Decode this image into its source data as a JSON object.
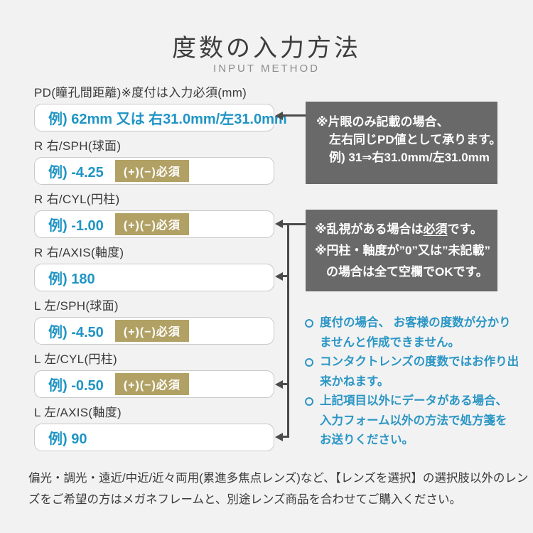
{
  "header": {
    "title": "度数の入力方法",
    "subtitle": "INPUT METHOD"
  },
  "form": {
    "rows": [
      {
        "label": "PD(瞳孔間距離)※度付は入力必須(mm)",
        "value": "例) 62mm 又は 右31.0mm/左31.0mm",
        "badge": ""
      },
      {
        "label": "R 右/SPH(球面)",
        "value": "例) -4.25",
        "badge": "(+)(−)必須"
      },
      {
        "label": "R 右/CYL(円柱)",
        "value": "例) -1.00",
        "badge": "(+)(−)必須"
      },
      {
        "label": "R 右/AXIS(軸度)",
        "value": "例) 180",
        "badge": ""
      },
      {
        "label": "L 左/SPH(球面)",
        "value": "例) -4.50",
        "badge": "(+)(−)必須"
      },
      {
        "label": "L 左/CYL(円柱)",
        "value": "例) -0.50",
        "badge": "(+)(−)必須"
      },
      {
        "label": "L 左/AXIS(軸度)",
        "value": "例) 90",
        "badge": ""
      }
    ]
  },
  "pd_note": {
    "lines": [
      "※片眼のみ記載の場合、",
      "左右同じPD値として承ります。",
      "例) 31⇒右31.0mm/左31.0mm"
    ]
  },
  "cyl_note": {
    "line1_prefix": "※乱視がある場合は",
    "line1_underlined": "必須",
    "line1_suffix": "です。",
    "line2": "※円柱・軸度が”0”又は”未記載”",
    "line3": "の場合は全て空欄でOKです。"
  },
  "bullets": [
    {
      "lines": [
        "度付の場合、 お客様の度数が分かり",
        "ませんと作成できません。"
      ]
    },
    {
      "lines": [
        "コンタクトレンズの度数ではお作り出",
        "来かねます。"
      ]
    },
    {
      "lines": [
        "上記項目以外にデータがある場合、",
        "入力フォーム以外の方法で処方箋を",
        "お送りください。"
      ]
    }
  ],
  "footer": {
    "lines": [
      "偏光・調光・遠近/中近/近々両用(累進多焦点レンズ)など、【レンズを選択】の選択肢以外のレン",
      "ズをご希望の方はメガネフレームと、別途レンズ商品を合わせてご購入ください。"
    ]
  },
  "colors": {
    "background": "#f2f2f3",
    "accent_blue": "#2095c5",
    "badge_tan": "#b2a165",
    "note_gray": "#696969",
    "arrow": "#4b4b4b",
    "text_dark": "#3a3a3a"
  }
}
